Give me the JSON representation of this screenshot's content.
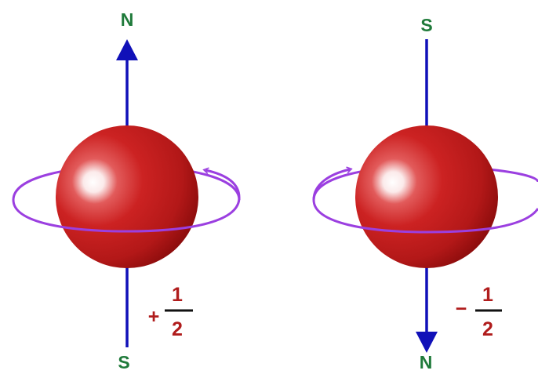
{
  "colors": {
    "pole_label": "#1f7a3a",
    "axis": "#1010b8",
    "sphere_dark": "#9e0f0f",
    "sphere_mid": "#cc2222",
    "sphere_highlight": "#ffffff",
    "rotation": "#9b3fe0",
    "spin_value": "#b01c1c",
    "fraction_bar": "#111111"
  },
  "left_particle": {
    "top_label": "N",
    "bottom_label": "S",
    "spin_sign": "+",
    "spin_numerator": "1",
    "spin_denominator": "2",
    "arrow_direction": "up",
    "rotation_direction": "counterclockwise"
  },
  "right_particle": {
    "top_label": "S",
    "bottom_label": "N",
    "spin_sign": "−",
    "spin_numerator": "1",
    "spin_denominator": "2",
    "arrow_direction": "down",
    "rotation_direction": "clockwise"
  }
}
